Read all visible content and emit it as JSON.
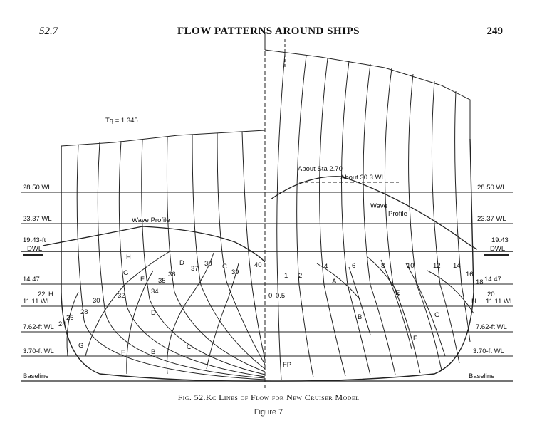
{
  "header": {
    "section": "52.7",
    "title": "FLOW PATTERNS AROUND SHIPS",
    "page": "249"
  },
  "draft_note": "Tq = 1.345",
  "waterlines_left": [
    "28.50 WL",
    "23.37 WL",
    "19.43-ft",
    "DWL",
    "14.47",
    "11.11 WL",
    "7.62-ft WL",
    "3.70-ft WL",
    "Baseline"
  ],
  "waterlines_right": [
    "28.50 WL",
    "23.37 WL",
    "19.43",
    "DWL",
    "14.47",
    "11.11 WL",
    "7.62-ft WL",
    "3.70-ft WL",
    "Baseline"
  ],
  "annotations": {
    "wave_profile_left": "Wave Profile",
    "wave_profile_right_1": "Wave",
    "wave_profile_right_2": "Profile",
    "about_sta": "About Sta 2.70",
    "about_wl": "About 30.3 WL",
    "fp": "FP"
  },
  "stations_left": [
    "22",
    "24",
    "26",
    "28",
    "30",
    "32",
    "34",
    "35",
    "36",
    "37",
    "38",
    "39",
    "40"
  ],
  "stations_right": [
    "0",
    "0.5",
    "1",
    "2",
    "4",
    "6",
    "8",
    "10",
    "12",
    "14",
    "16",
    "18",
    "20"
  ],
  "flow_letters_left": [
    "H",
    "G",
    "F",
    "D",
    "C",
    "B",
    "H",
    "G",
    "F",
    "D",
    "C"
  ],
  "flow_letters_right": [
    "A",
    "B",
    "E",
    "F",
    "G",
    "H"
  ],
  "caption": "Fig. 52.Kc   Lines of Flow for New Cruiser Model",
  "figure_label": "Figure 7"
}
